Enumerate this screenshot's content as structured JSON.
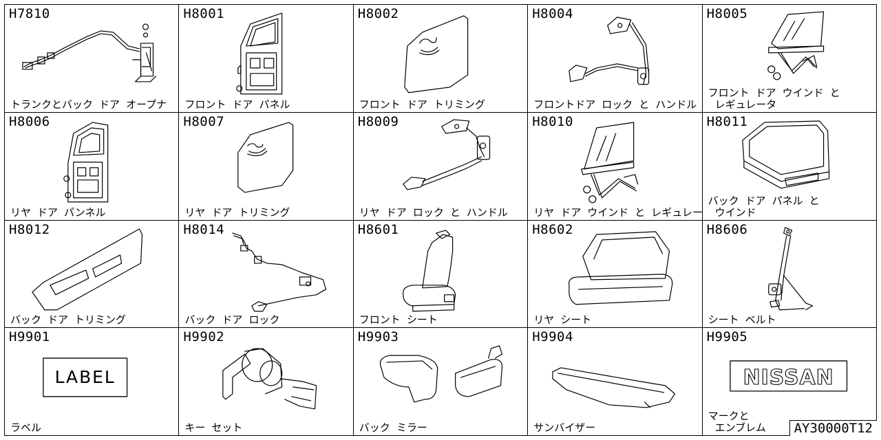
{
  "drawing_number": "AY30000T12",
  "cells": [
    {
      "code": "H7810",
      "label": [
        "トランクとバック ドア オープナ"
      ],
      "icon": "trunk-opener-cable-icon"
    },
    {
      "code": "H8001",
      "label": [
        "フロント ドア パネル"
      ],
      "icon": "front-door-panel-icon"
    },
    {
      "code": "H8002",
      "label": [
        "フロント ドア トリミング"
      ],
      "icon": "front-door-trim-icon"
    },
    {
      "code": "H8004",
      "label": [
        "フロントドア ロック と ハンドル"
      ],
      "icon": "front-door-lock-icon"
    },
    {
      "code": "H8005",
      "label": [
        "フロント ドア ウインド と",
        "レギュレータ"
      ],
      "icon": "front-window-regulator-icon"
    },
    {
      "code": "H8006",
      "label": [
        "リヤ ドア パンネル"
      ],
      "icon": "rear-door-panel-icon"
    },
    {
      "code": "H8007",
      "label": [
        "リヤ ドア トリミング"
      ],
      "icon": "rear-door-trim-icon"
    },
    {
      "code": "H8009",
      "label": [
        "リヤ ドア ロック と ハンドル"
      ],
      "icon": "rear-door-lock-icon"
    },
    {
      "code": "H8010",
      "label": [
        "リヤ ドア ウインド と レギュレータ"
      ],
      "icon": "rear-window-regulator-icon"
    },
    {
      "code": "H8011",
      "label": [
        "バック ドア パネル と",
        "ウインド"
      ],
      "icon": "back-door-panel-icon"
    },
    {
      "code": "H8012",
      "label": [
        "バック ドア トリミング"
      ],
      "icon": "back-door-trim-icon"
    },
    {
      "code": "H8014",
      "label": [
        "バック ドア ロック"
      ],
      "icon": "back-door-lock-icon"
    },
    {
      "code": "H8601",
      "label": [
        "フロント シート"
      ],
      "icon": "front-seat-icon"
    },
    {
      "code": "H8602",
      "label": [
        "リヤ シート"
      ],
      "icon": "rear-seat-icon"
    },
    {
      "code": "H8606",
      "label": [
        "シート ベルト"
      ],
      "icon": "seat-belt-icon"
    },
    {
      "code": "H9901",
      "label": [
        "ラベル"
      ],
      "icon": "label-icon",
      "art_text": "LABEL"
    },
    {
      "code": "H9902",
      "label": [
        "キー セット"
      ],
      "icon": "key-set-icon"
    },
    {
      "code": "H9903",
      "label": [
        "バック ミラー"
      ],
      "icon": "mirror-icon"
    },
    {
      "code": "H9904",
      "label": [
        "サンバイザー"
      ],
      "icon": "sun-visor-icon"
    },
    {
      "code": "H9905",
      "label": [
        "マークと",
        "エンブレム"
      ],
      "icon": "emblem-icon",
      "art_text": "NISSAN"
    }
  ]
}
